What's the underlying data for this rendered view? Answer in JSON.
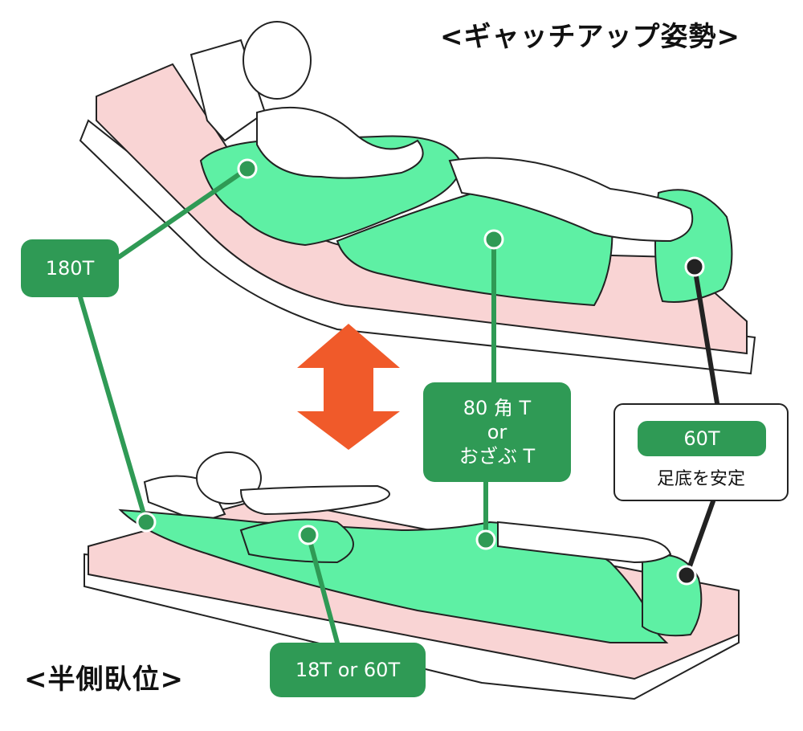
{
  "titles": {
    "top": "<ギャッチアップ姿勢>",
    "bottom": "<半側臥位>"
  },
  "labels": {
    "l180t": "180T",
    "l80t_line1": "80 角 T",
    "l80t_line2": "or",
    "l80t_line3": "おざぶ T",
    "l18t": "18T or 60T",
    "l60t": "60T",
    "l60t_caption": "足底を安定"
  },
  "colors": {
    "cushion_green": "#5ef0a4",
    "label_green": "#2f9a55",
    "mattress_pink": "#f9d4d4",
    "arrow_orange": "#f05a2a",
    "line_dark": "#222222"
  }
}
